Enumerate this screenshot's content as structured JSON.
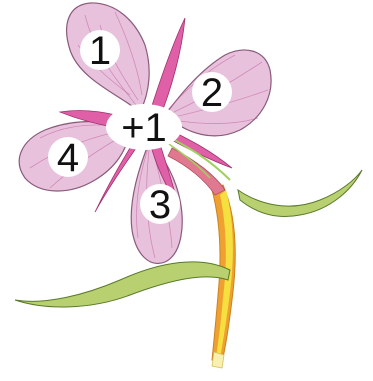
{
  "labels": {
    "petal_1": "1",
    "petal_2": "2",
    "petal_3": "3",
    "petal_4": "4",
    "center": "+1"
  },
  "colors": {
    "petal_fill": "#e8c2dc",
    "petal_edge": "#8a5a7a",
    "sepal": "#e060a8",
    "leaf": "#b8d070",
    "leaf_edge": "#5a7a2a",
    "stem_yellow": "#f5e040",
    "stem_orange": "#f0a030",
    "style_pink": "#e07890"
  }
}
